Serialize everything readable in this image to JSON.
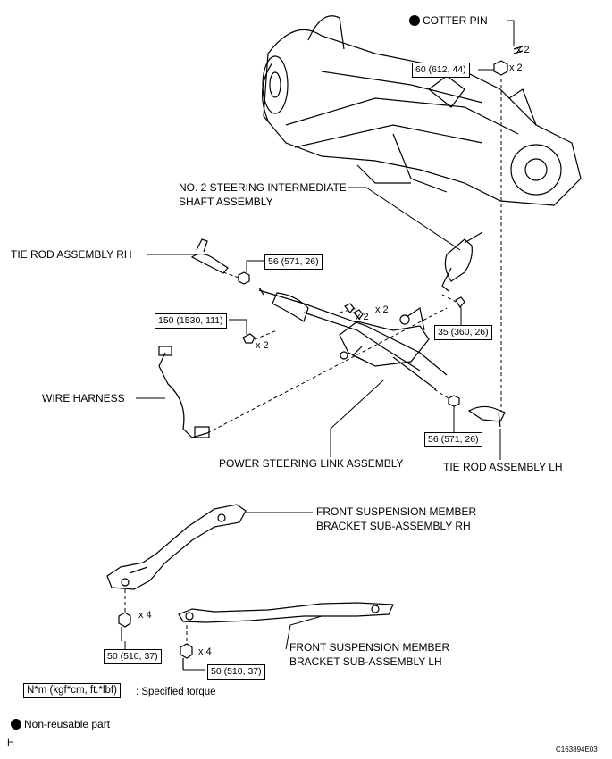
{
  "labels": {
    "cotter_pin": "COTTER PIN",
    "steering_shaft_line1": "NO. 2 STEERING INTERMEDIATE",
    "steering_shaft_line2": "SHAFT ASSEMBLY",
    "tie_rod_rh": "TIE ROD ASSEMBLY RH",
    "tie_rod_lh": "TIE ROD ASSEMBLY LH",
    "wire_harness": "WIRE HARNESS",
    "power_steering_link": "POWER STEERING LINK ASSEMBLY",
    "bracket_rh_line1": "FRONT SUSPENSION MEMBER",
    "bracket_rh_line2": "BRACKET SUB-ASSEMBLY RH",
    "bracket_lh_line1": "FRONT SUSPENSION MEMBER",
    "bracket_lh_line2": "BRACKET SUB-ASSEMBLY LH"
  },
  "torques": {
    "nut_top": "60 (612, 44)",
    "tie_rod_rh": "56 (571, 26)",
    "bolt_150": "150 (1530, 111)",
    "shaft_35": "35 (360, 26)",
    "tie_rod_lh": "56 (571, 26)",
    "bracket_rh": "50 (510, 37)",
    "bracket_lh": "50 (510, 37)"
  },
  "quantities": {
    "cotter_x2": "x 2",
    "nut_x2": "x 2",
    "bolt_x2": "x 2",
    "mid_x2_a": "x 2",
    "mid_x2_b": "x 2",
    "bracket_rh_x4": "x 4",
    "bracket_lh_x4": "x 4"
  },
  "legend": {
    "unit_box": "N*m (kgf*cm, ft.*lbf)",
    "unit_text": ": Specified torque",
    "nonreusable": "Non-reusable part"
  },
  "footer": {
    "left": "H",
    "right": "C163894E03"
  }
}
